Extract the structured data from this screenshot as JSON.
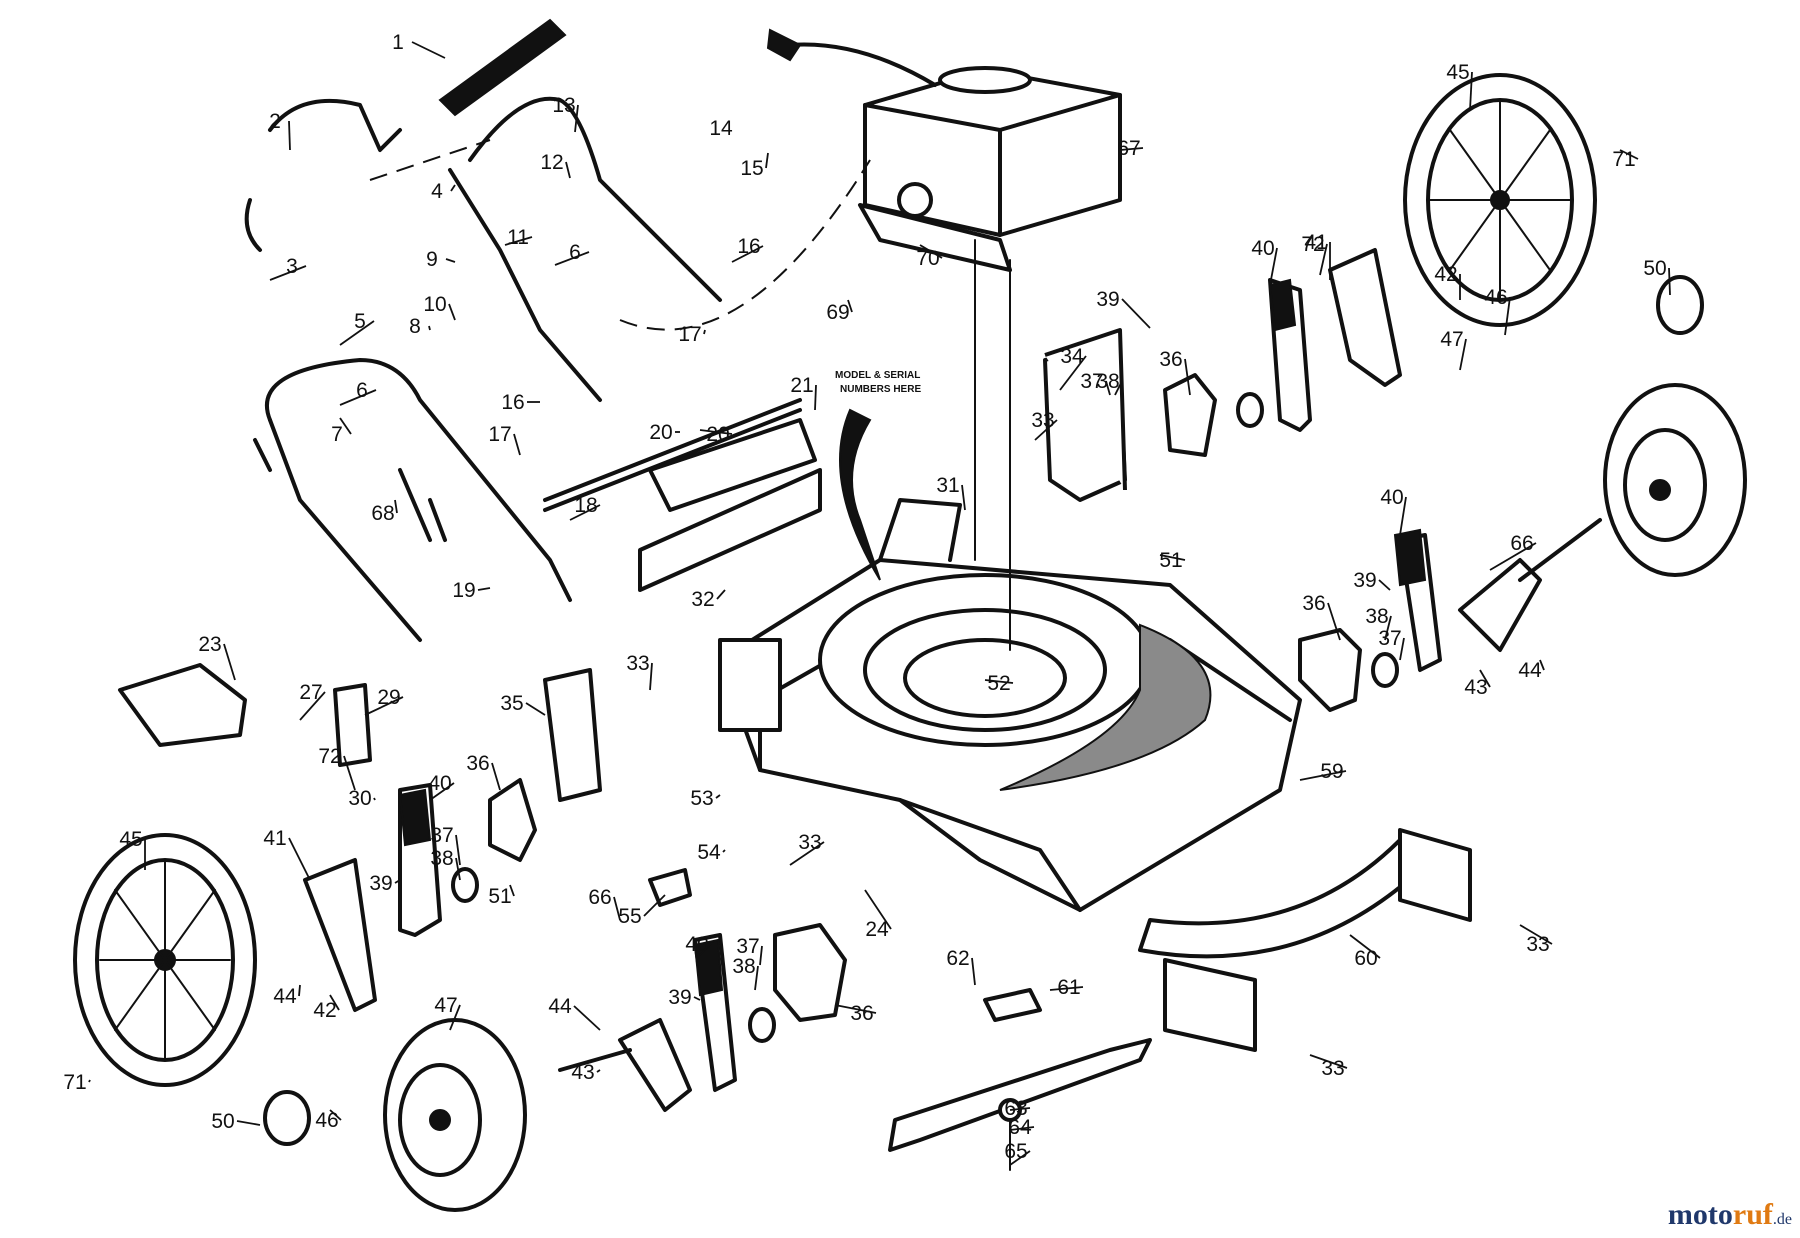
{
  "note": {
    "line1": "MODEL & SERIAL",
    "line2": "NUMBERS HERE"
  },
  "watermark": {
    "part1": "moto",
    "part2": "ruf",
    "part3": ".de"
  },
  "colors": {
    "ink": "#111111",
    "brand_blue": "#20386b",
    "brand_orange": "#e07a12"
  },
  "callouts": [
    "1",
    "2",
    "3",
    "4",
    "5",
    "6",
    "6",
    "7",
    "8",
    "9",
    "10",
    "11",
    "12",
    "13",
    "14",
    "15",
    "16",
    "16",
    "17",
    "17",
    "18",
    "19",
    "20",
    "20",
    "21",
    "23",
    "24",
    "27",
    "29",
    "30",
    "31",
    "32",
    "33",
    "33",
    "33",
    "33",
    "33",
    "34",
    "35",
    "36",
    "36",
    "36",
    "36",
    "37",
    "37",
    "37",
    "37",
    "38",
    "38",
    "38",
    "38",
    "39",
    "39",
    "39",
    "39",
    "40",
    "40",
    "40",
    "40",
    "41",
    "41",
    "42",
    "42",
    "43",
    "43",
    "44",
    "44",
    "44",
    "45",
    "45",
    "46",
    "46",
    "47",
    "47",
    "50",
    "50",
    "51",
    "51",
    "52",
    "53",
    "54",
    "55",
    "59",
    "60",
    "61",
    "62",
    "63",
    "64",
    "65",
    "66",
    "66",
    "67",
    "68",
    "69",
    "70",
    "71",
    "71",
    "72",
    "72"
  ]
}
